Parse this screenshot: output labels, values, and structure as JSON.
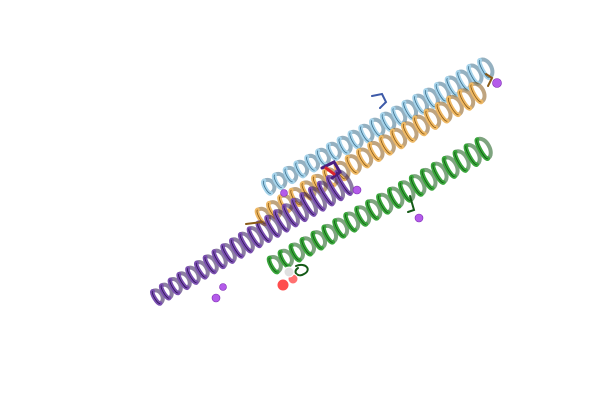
{
  "scene": {
    "background": "#ffffff",
    "subject": "protein-helix-bundle",
    "helices": [
      {
        "name": "helix-light-blue",
        "color": "#a6d3ea",
        "edge": "#3d6f8c"
      },
      {
        "name": "helix-orange",
        "color": "#efb965",
        "edge": "#8a5a16"
      },
      {
        "name": "helix-green",
        "color": "#38a53a",
        "edge": "#145a16"
      },
      {
        "name": "helix-purple",
        "color": "#7a4fb0",
        "edge": "#2e1456"
      }
    ],
    "ion_color": "#b45bea",
    "ligand_colors": {
      "oxygen": "#ff4d4d",
      "carbon": "#e0e0e0"
    }
  }
}
